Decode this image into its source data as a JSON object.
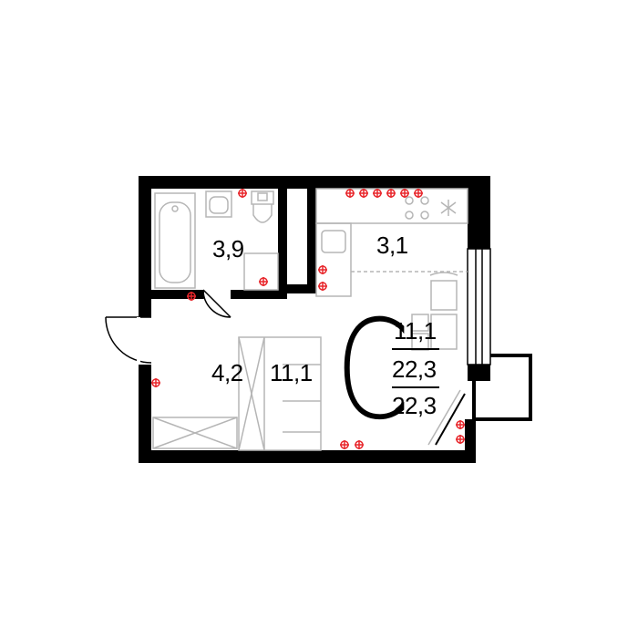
{
  "plan": {
    "apartment_type": "С",
    "rooms": [
      {
        "id": "bathroom",
        "area": "3,9"
      },
      {
        "id": "kitchen",
        "area": "3,1"
      },
      {
        "id": "hall",
        "area": "4,2"
      },
      {
        "id": "living",
        "area": "11,1"
      }
    ],
    "summary": {
      "living_area": "11,1",
      "total_area": "22,3",
      "total_area_with_balcony": "22,3"
    },
    "colors": {
      "wall": "#000000",
      "fixture": "#b5b5b5",
      "socket": "#e8262b",
      "background": "#ffffff"
    }
  }
}
